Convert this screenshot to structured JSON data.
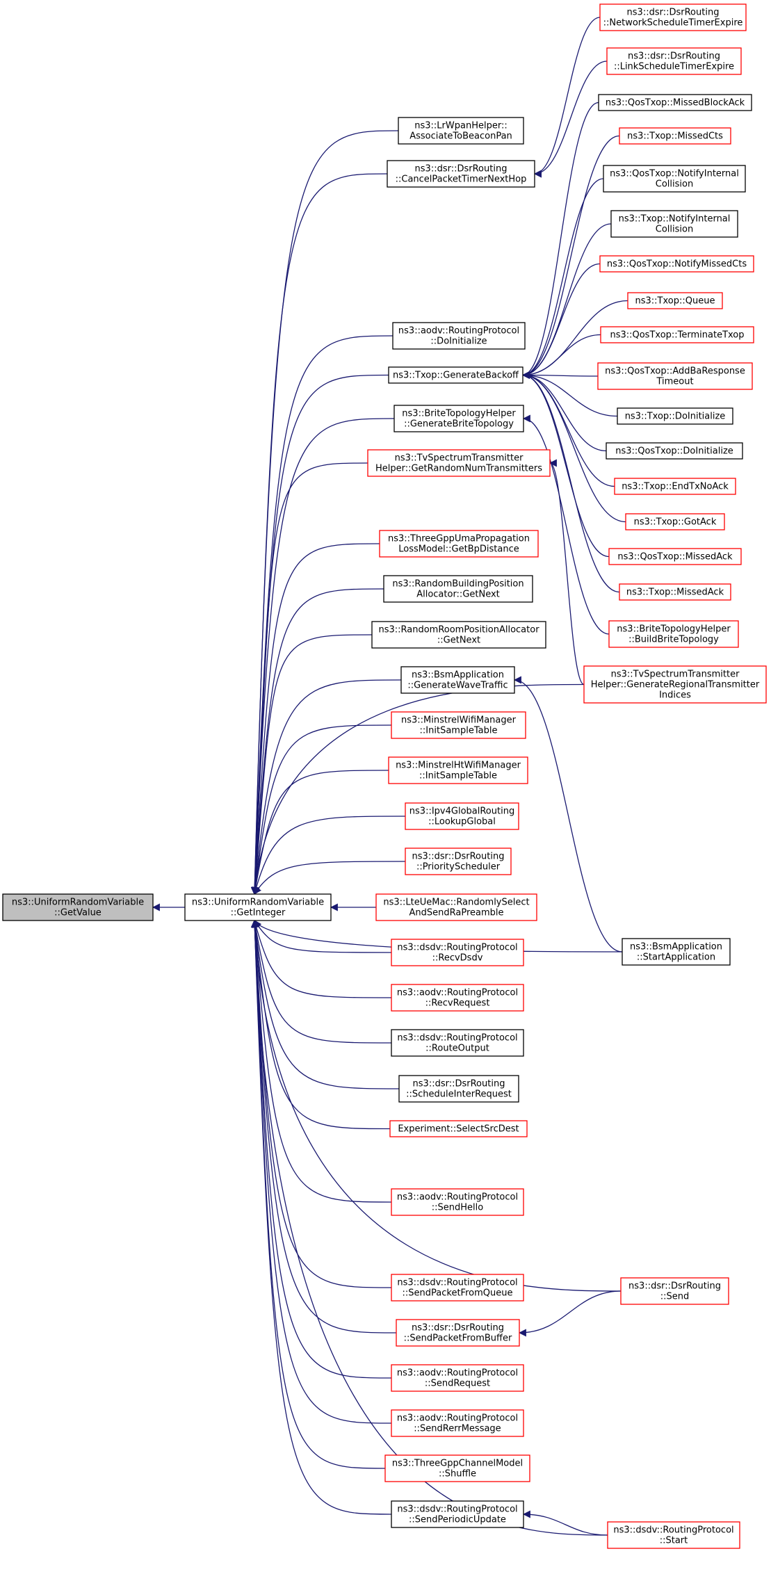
{
  "colors": {
    "edge": "#191970",
    "black_border": "#000000",
    "red_border": "#ff0000",
    "root_fill": "#bfbfbf",
    "fill": "#ffffff"
  },
  "nodes": [
    {
      "id": "root",
      "lines": [
        "ns3::UniformRandomVariable",
        "::GetValue"
      ],
      "style": "root"
    },
    {
      "id": "getint",
      "lines": [
        "ns3::UniformRandomVariable",
        "::GetInteger"
      ],
      "style": "black"
    },
    {
      "id": "lrwpan",
      "lines": [
        "ns3::LrWpanHelper::",
        "AssociateToBeaconPan"
      ],
      "style": "black"
    },
    {
      "id": "cancelpkt",
      "lines": [
        "ns3::dsr::DsrRouting",
        "::CancelPacketTimerNextHop"
      ],
      "style": "black"
    },
    {
      "id": "aodvdoinit",
      "lines": [
        "ns3::aodv::RoutingProtocol",
        "::DoInitialize"
      ],
      "style": "black"
    },
    {
      "id": "genbackoff",
      "lines": [
        "ns3::Txop::GenerateBackoff"
      ],
      "style": "black"
    },
    {
      "id": "genbrite",
      "lines": [
        "ns3::BriteTopologyHelper",
        "::GenerateBriteTopology"
      ],
      "style": "black"
    },
    {
      "id": "tvgetrand",
      "lines": [
        "ns3::TvSpectrumTransmitter",
        "Helper::GetRandomNumTransmitters"
      ],
      "style": "red"
    },
    {
      "id": "threegppbp",
      "lines": [
        "ns3::ThreeGppUmaPropagation",
        "LossModel::GetBpDistance"
      ],
      "style": "red"
    },
    {
      "id": "randbldg",
      "lines": [
        "ns3::RandomBuildingPosition",
        "Allocator::GetNext"
      ],
      "style": "black"
    },
    {
      "id": "randroom",
      "lines": [
        "ns3::RandomRoomPositionAllocator",
        "::GetNext"
      ],
      "style": "black"
    },
    {
      "id": "bsmgen",
      "lines": [
        "ns3::BsmApplication",
        "::GenerateWaveTraffic"
      ],
      "style": "black"
    },
    {
      "id": "minstrel",
      "lines": [
        "ns3::MinstrelWifiManager",
        "::InitSampleTable"
      ],
      "style": "red"
    },
    {
      "id": "minstrelht",
      "lines": [
        "ns3::MinstrelHtWifiManager",
        "::InitSampleTable"
      ],
      "style": "red"
    },
    {
      "id": "ipv4",
      "lines": [
        "ns3::Ipv4GlobalRouting",
        "::LookupGlobal"
      ],
      "style": "red"
    },
    {
      "id": "dsrprio",
      "lines": [
        "ns3::dsr::DsrRouting",
        "::PriorityScheduler"
      ],
      "style": "red"
    },
    {
      "id": "ltemac",
      "lines": [
        "ns3::LteUeMac::RandomlySelect",
        "AndSendRaPreamble"
      ],
      "style": "red"
    },
    {
      "id": "dsdvrecv",
      "lines": [
        "ns3::dsdv::RoutingProtocol",
        "::RecvDsdv"
      ],
      "style": "red"
    },
    {
      "id": "aodvrecv",
      "lines": [
        "ns3::aodv::RoutingProtocol",
        "::RecvRequest"
      ],
      "style": "red"
    },
    {
      "id": "dsdvroute",
      "lines": [
        "ns3::dsdv::RoutingProtocol",
        "::RouteOutput"
      ],
      "style": "black"
    },
    {
      "id": "dsrsched",
      "lines": [
        "ns3::dsr::DsrRouting",
        "::ScheduleInterRequest"
      ],
      "style": "black"
    },
    {
      "id": "experiment",
      "lines": [
        "Experiment::SelectSrcDest"
      ],
      "style": "red"
    },
    {
      "id": "aodvhello",
      "lines": [
        "ns3::aodv::RoutingProtocol",
        "::SendHello"
      ],
      "style": "red"
    },
    {
      "id": "dsdvsendq",
      "lines": [
        "ns3::dsdv::RoutingProtocol",
        "::SendPacketFromQueue"
      ],
      "style": "red"
    },
    {
      "id": "dsrsendbuf",
      "lines": [
        "ns3::dsr::DsrRouting",
        "::SendPacketFromBuffer"
      ],
      "style": "red"
    },
    {
      "id": "aodvsendreq",
      "lines": [
        "ns3::aodv::RoutingProtocol",
        "::SendRequest"
      ],
      "style": "red"
    },
    {
      "id": "aodvrerr",
      "lines": [
        "ns3::aodv::RoutingProtocol",
        "::SendRerrMessage"
      ],
      "style": "red"
    },
    {
      "id": "threegppshuffle",
      "lines": [
        "ns3::ThreeGppChannelModel",
        "::Shuffle"
      ],
      "style": "red"
    },
    {
      "id": "dsdvperiodic",
      "lines": [
        "ns3::dsdv::RoutingProtocol",
        "::SendPeriodicUpdate"
      ],
      "style": "black"
    },
    {
      "id": "netsched",
      "lines": [
        "ns3::dsr::DsrRouting",
        "::NetworkScheduleTimerExpire"
      ],
      "style": "red"
    },
    {
      "id": "linksched",
      "lines": [
        "ns3::dsr::DsrRouting",
        "::LinkScheduleTimerExpire"
      ],
      "style": "red"
    },
    {
      "id": "missedblock",
      "lines": [
        "ns3::QosTxop::MissedBlockAck"
      ],
      "style": "black"
    },
    {
      "id": "missedcts",
      "lines": [
        "ns3::Txop::MissedCts"
      ],
      "style": "red"
    },
    {
      "id": "qosnotifycoll",
      "lines": [
        "ns3::QosTxop::NotifyInternal",
        "Collision"
      ],
      "style": "black"
    },
    {
      "id": "txopnotifycoll",
      "lines": [
        "ns3::Txop::NotifyInternal",
        "Collision"
      ],
      "style": "black"
    },
    {
      "id": "qosnotifycts",
      "lines": [
        "ns3::QosTxop::NotifyMissedCts"
      ],
      "style": "red"
    },
    {
      "id": "txopqueue",
      "lines": [
        "ns3::Txop::Queue"
      ],
      "style": "red"
    },
    {
      "id": "qosterm",
      "lines": [
        "ns3::QosTxop::TerminateTxop"
      ],
      "style": "red"
    },
    {
      "id": "qosaddba",
      "lines": [
        "ns3::QosTxop::AddBaResponse",
        "Timeout"
      ],
      "style": "red"
    },
    {
      "id": "txopdoinit",
      "lines": [
        "ns3::Txop::DoInitialize"
      ],
      "style": "black"
    },
    {
      "id": "qosdoinit",
      "lines": [
        "ns3::QosTxop::DoInitialize"
      ],
      "style": "black"
    },
    {
      "id": "endtx",
      "lines": [
        "ns3::Txop::EndTxNoAck"
      ],
      "style": "red"
    },
    {
      "id": "gotack",
      "lines": [
        "ns3::Txop::GotAck"
      ],
      "style": "red"
    },
    {
      "id": "qosmissedack",
      "lines": [
        "ns3::QosTxop::MissedAck"
      ],
      "style": "red"
    },
    {
      "id": "txopmissedack",
      "lines": [
        "ns3::Txop::MissedAck"
      ],
      "style": "red"
    },
    {
      "id": "buildbrite",
      "lines": [
        "ns3::BriteTopologyHelper",
        "::BuildBriteTopology"
      ],
      "style": "red"
    },
    {
      "id": "tvgenreg",
      "lines": [
        "ns3::TvSpectrumTransmitter",
        "Helper::GenerateRegionalTransmitter",
        "Indices"
      ],
      "style": "red"
    },
    {
      "id": "bsmstart",
      "lines": [
        "ns3::BsmApplication",
        "::StartApplication"
      ],
      "style": "black"
    },
    {
      "id": "dsrsend",
      "lines": [
        "ns3::dsr::DsrRouting",
        "::Send"
      ],
      "style": "red"
    },
    {
      "id": "dsdvstart",
      "lines": [
        "ns3::dsdv::RoutingProtocol",
        "::Start"
      ],
      "style": "red"
    }
  ],
  "edges": [
    [
      "root",
      "getint"
    ],
    [
      "getint",
      "lrwpan"
    ],
    [
      "getint",
      "cancelpkt"
    ],
    [
      "getint",
      "aodvdoinit"
    ],
    [
      "getint",
      "genbackoff"
    ],
    [
      "getint",
      "genbrite"
    ],
    [
      "getint",
      "tvgetrand"
    ],
    [
      "getint",
      "tvgenreg"
    ],
    [
      "getint",
      "threegppbp"
    ],
    [
      "getint",
      "randbldg"
    ],
    [
      "getint",
      "randroom"
    ],
    [
      "getint",
      "bsmgen"
    ],
    [
      "getint",
      "minstrel"
    ],
    [
      "getint",
      "minstrelht"
    ],
    [
      "getint",
      "ipv4"
    ],
    [
      "getint",
      "dsrprio"
    ],
    [
      "getint",
      "ltemac"
    ],
    [
      "getint",
      "dsdvrecv"
    ],
    [
      "getint",
      "aodvrecv"
    ],
    [
      "getint",
      "dsdvroute"
    ],
    [
      "getint",
      "dsrsched"
    ],
    [
      "getint",
      "experiment"
    ],
    [
      "getint",
      "bsmstart"
    ],
    [
      "getint",
      "aodvhello"
    ],
    [
      "getint",
      "dsrsend"
    ],
    [
      "getint",
      "dsdvsendq"
    ],
    [
      "getint",
      "dsrsendbuf"
    ],
    [
      "getint",
      "aodvsendreq"
    ],
    [
      "getint",
      "aodvrerr"
    ],
    [
      "getint",
      "threegppshuffle"
    ],
    [
      "getint",
      "dsdvperiodic"
    ],
    [
      "getint",
      "dsdvstart"
    ],
    [
      "cancelpkt",
      "netsched"
    ],
    [
      "cancelpkt",
      "linksched"
    ],
    [
      "genbackoff",
      "missedblock"
    ],
    [
      "genbackoff",
      "missedcts"
    ],
    [
      "genbackoff",
      "qosnotifycoll"
    ],
    [
      "genbackoff",
      "txopnotifycoll"
    ],
    [
      "genbackoff",
      "qosnotifycts"
    ],
    [
      "genbackoff",
      "txopqueue"
    ],
    [
      "genbackoff",
      "qosterm"
    ],
    [
      "genbackoff",
      "qosaddba"
    ],
    [
      "genbackoff",
      "txopdoinit"
    ],
    [
      "genbackoff",
      "qosdoinit"
    ],
    [
      "genbackoff",
      "endtx"
    ],
    [
      "genbackoff",
      "gotack"
    ],
    [
      "genbackoff",
      "qosmissedack"
    ],
    [
      "genbackoff",
      "txopmissedack"
    ],
    [
      "genbrite",
      "buildbrite"
    ],
    [
      "tvgetrand",
      "tvgenreg"
    ],
    [
      "bsmgen",
      "bsmstart"
    ],
    [
      "dsrsendbuf",
      "dsrsend"
    ],
    [
      "dsdvperiodic",
      "dsdvstart"
    ]
  ]
}
